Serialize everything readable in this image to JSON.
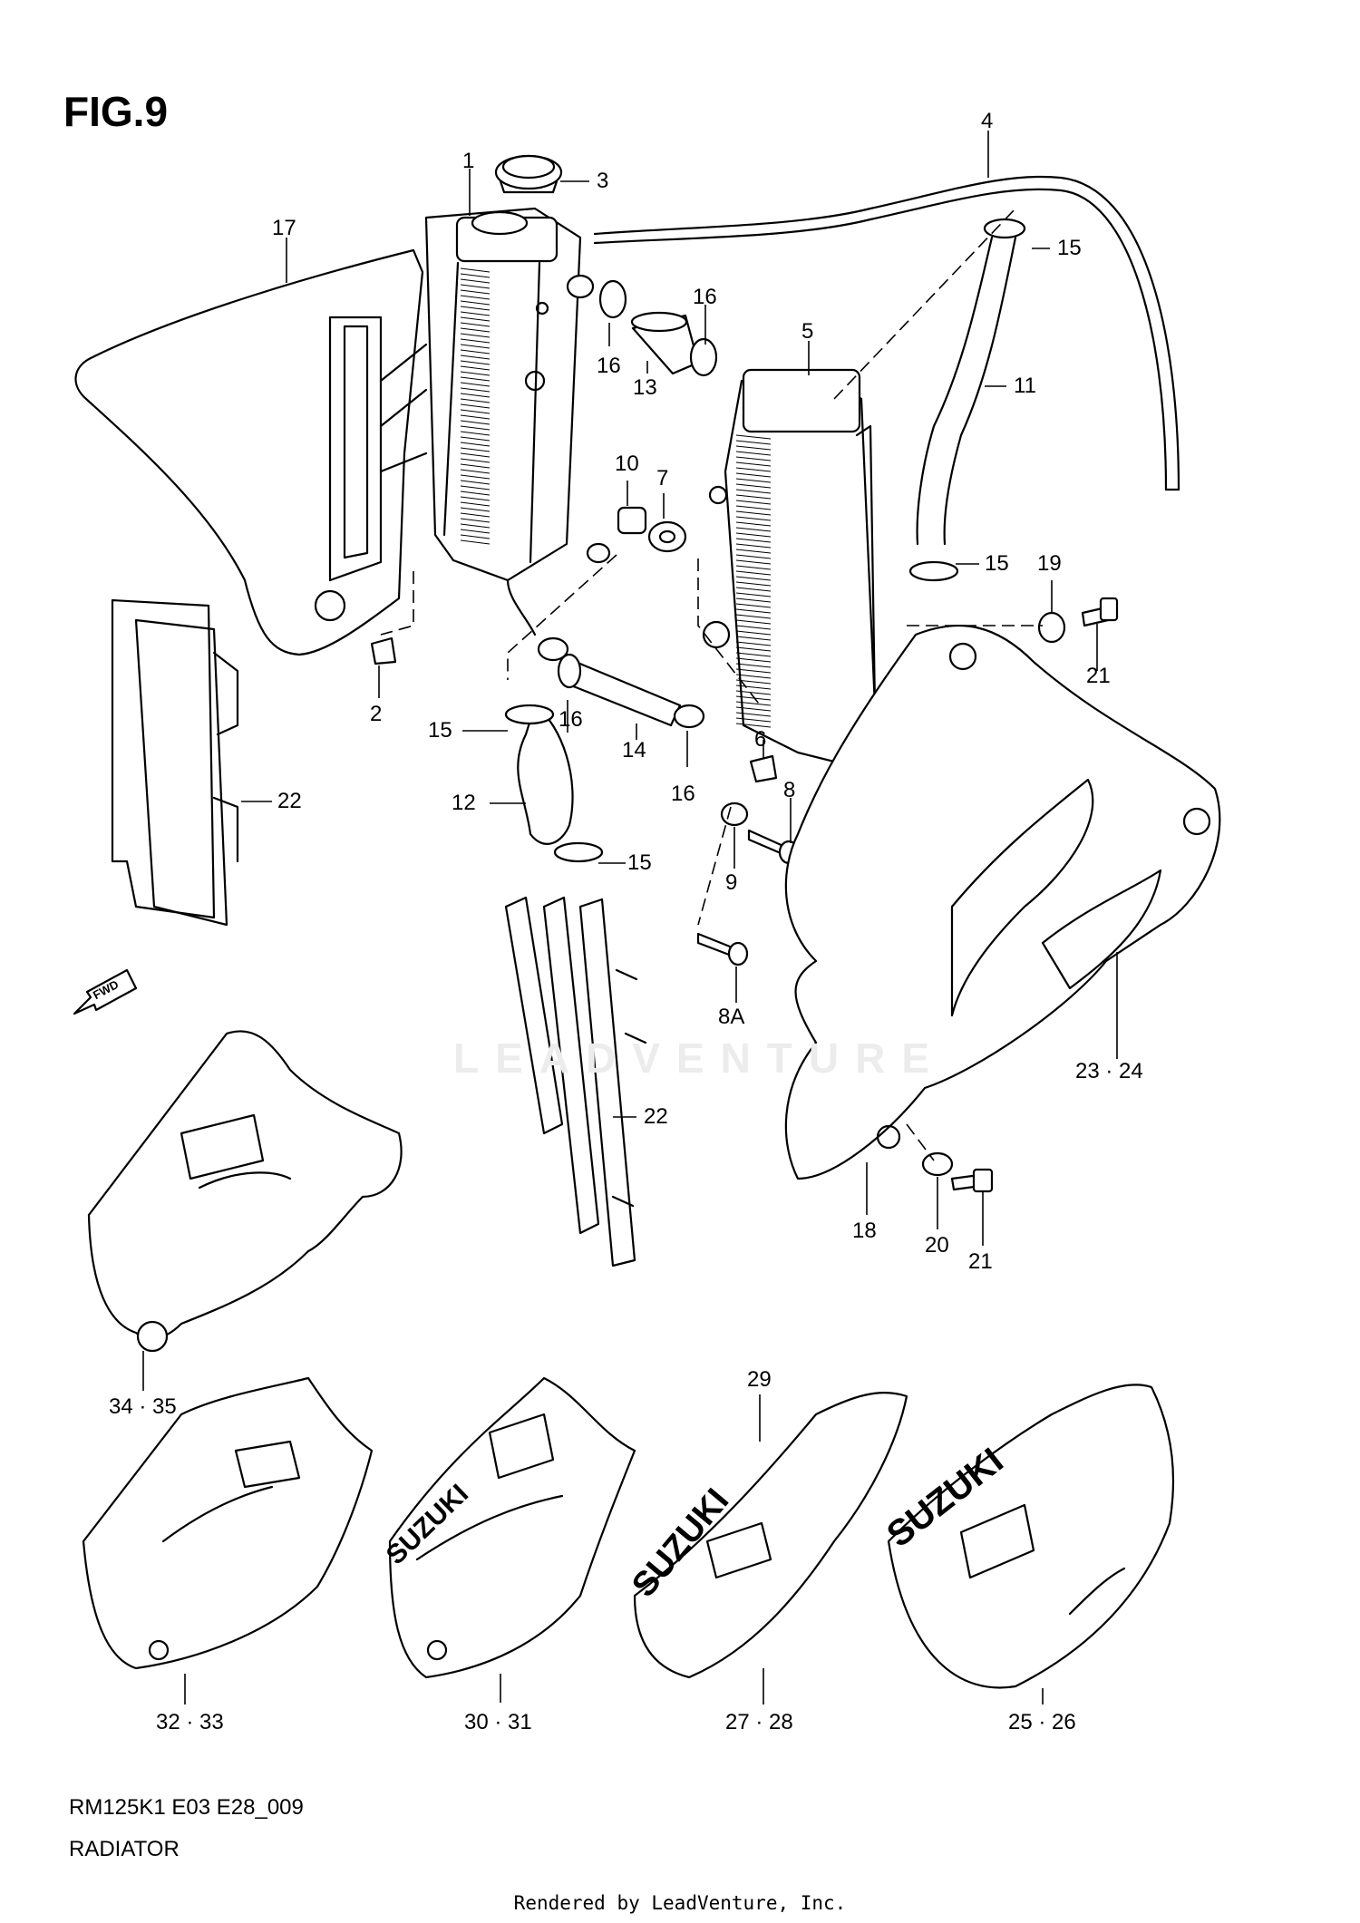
{
  "figure": {
    "title": "FIG.9",
    "model_code": "RM125K1 E03 E28_009",
    "caption": "RADIATOR",
    "footer": "Rendered by LeadVenture, Inc.",
    "watermark": "LEADVENTURE"
  },
  "callouts": [
    {
      "id": "c1",
      "text": "1"
    },
    {
      "id": "c3",
      "text": "3"
    },
    {
      "id": "c4",
      "text": "4"
    },
    {
      "id": "c15a",
      "text": "15"
    },
    {
      "id": "c17",
      "text": "17"
    },
    {
      "id": "c16a",
      "text": "16"
    },
    {
      "id": "c16b",
      "text": "16"
    },
    {
      "id": "c13",
      "text": "13"
    },
    {
      "id": "c5",
      "text": "5"
    },
    {
      "id": "c11",
      "text": "11"
    },
    {
      "id": "c10",
      "text": "10"
    },
    {
      "id": "c7",
      "text": "7"
    },
    {
      "id": "c15b",
      "text": "15"
    },
    {
      "id": "c19",
      "text": "19"
    },
    {
      "id": "c21a",
      "text": "21"
    },
    {
      "id": "c2",
      "text": "2"
    },
    {
      "id": "c15c",
      "text": "15"
    },
    {
      "id": "c16c",
      "text": "16"
    },
    {
      "id": "c14",
      "text": "14"
    },
    {
      "id": "c16d",
      "text": "16"
    },
    {
      "id": "c6",
      "text": "6"
    },
    {
      "id": "c22a",
      "text": "22"
    },
    {
      "id": "c12",
      "text": "12"
    },
    {
      "id": "c8",
      "text": "8"
    },
    {
      "id": "c15d",
      "text": "15"
    },
    {
      "id": "c9",
      "text": "9"
    },
    {
      "id": "c8a",
      "text": "8A"
    },
    {
      "id": "c2324",
      "text": "23 · 24"
    },
    {
      "id": "c22b",
      "text": "22"
    },
    {
      "id": "c18",
      "text": "18"
    },
    {
      "id": "c20",
      "text": "20"
    },
    {
      "id": "c21b",
      "text": "21"
    },
    {
      "id": "c3435",
      "text": "34 · 35"
    },
    {
      "id": "c29",
      "text": "29"
    },
    {
      "id": "c3233",
      "text": "32 · 33"
    },
    {
      "id": "c3031",
      "text": "30 · 31"
    },
    {
      "id": "c2728",
      "text": "27 · 28"
    },
    {
      "id": "c2526",
      "text": "25 · 26"
    }
  ],
  "decals": [
    {
      "id": "d-fwd",
      "text": "FWD"
    },
    {
      "id": "d-suzuki-a",
      "text": "SUZUKI"
    },
    {
      "id": "d-suzuki-b",
      "text": "SUZUKI"
    },
    {
      "id": "d-suzuki-c",
      "text": "SUZUKI"
    }
  ]
}
